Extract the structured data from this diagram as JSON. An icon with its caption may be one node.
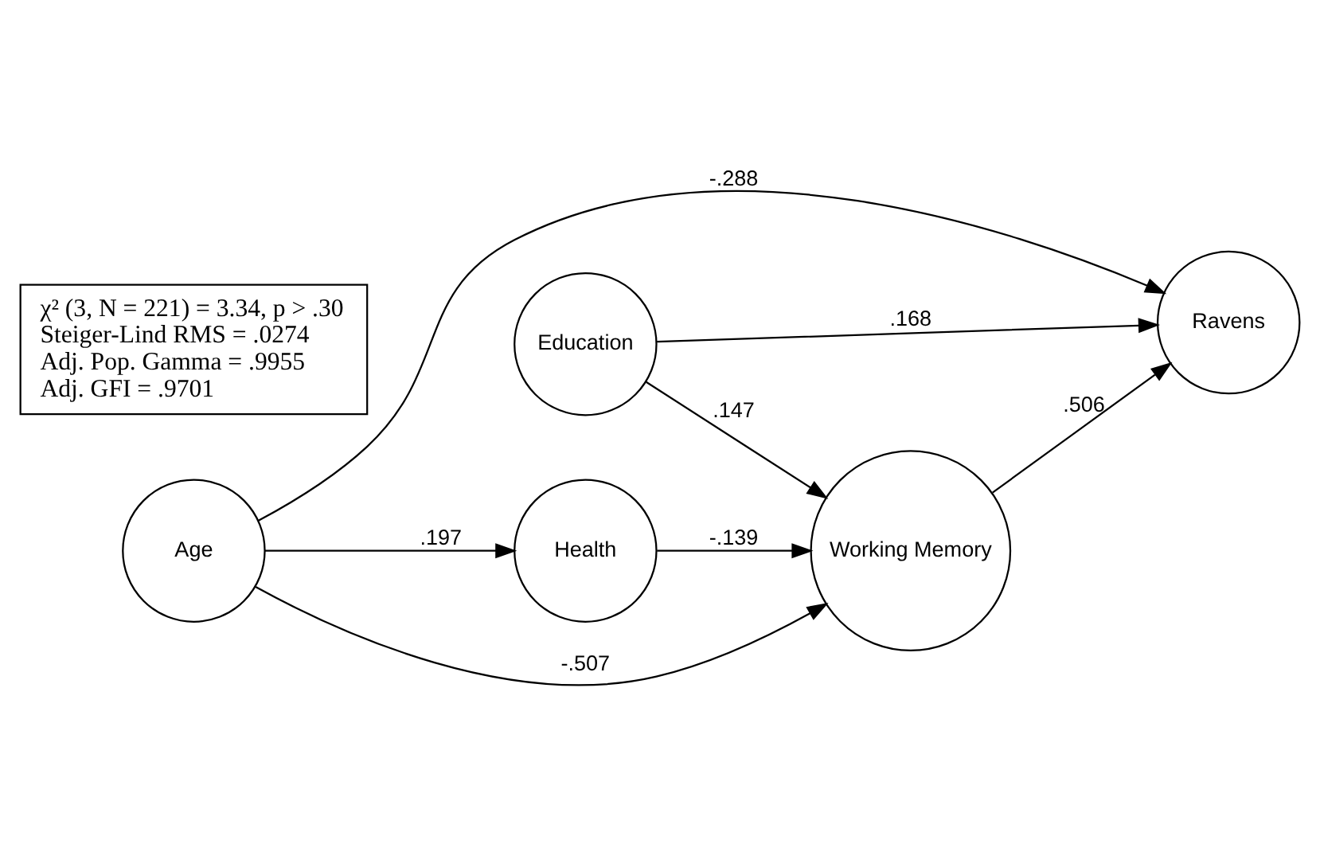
{
  "diagram": {
    "nodes": [
      {
        "text": [
          "Education"
        ]
      },
      {
        "text": [
          "Age"
        ]
      },
      {
        "text": [
          "Ravens"
        ]
      },
      {
        "text": [
          "Health"
        ]
      },
      {
        "text": [
          "Working Memory"
        ]
      },
      {
        "text": [
          "χ² (3, N = 221) = 3.34, p > .30",
          "Steiger-Lind RMS = .0274",
          "Adj. Pop. Gamma = .9955",
          "Adj. GFI = .9701"
        ]
      }
    ],
    "edges": [
      {
        "from": 0,
        "to": 2,
        "arrow": "to",
        "label": ".168"
      },
      {
        "from": 0,
        "to": 4,
        "arrow": "to",
        "label": ".147"
      },
      {
        "from": 1,
        "to": 2,
        "arrow": "to",
        "label": "-.288"
      },
      {
        "from": 1,
        "to": 3,
        "arrow": "to",
        "label": ".197"
      },
      {
        "from": 1,
        "to": 4,
        "arrow": "to",
        "label": "-.507"
      },
      {
        "from": 3,
        "to": 4,
        "arrow": "to",
        "label": "-.139"
      },
      {
        "from": 4,
        "to": 2,
        "arrow": "to",
        "label": ".506"
      }
    ]
  }
}
